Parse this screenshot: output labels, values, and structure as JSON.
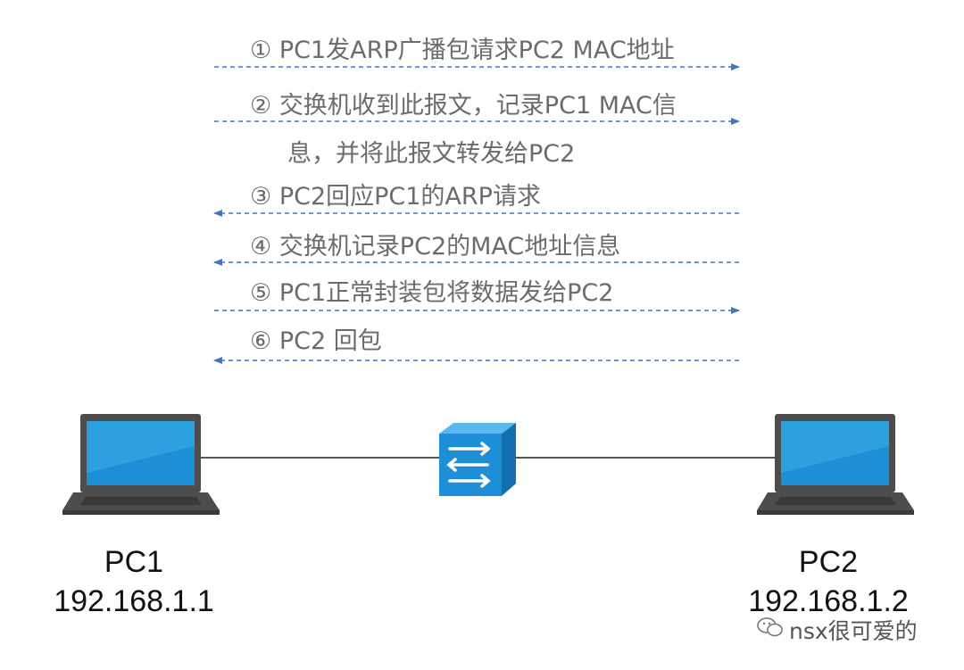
{
  "steps": [
    {
      "num": "①",
      "text": "PC1发ARP广播包请求PC2 MAC地址",
      "direction": "right"
    },
    {
      "num": "②",
      "text": "交换机收到此报文，记录PC1 MAC信",
      "continuation": "息，并将此报文转发给PC2",
      "direction": "right"
    },
    {
      "num": "③",
      "text": "PC2回应PC1的ARP请求",
      "direction": "left"
    },
    {
      "num": "④",
      "text": "交换机记录PC2的MAC地址信息",
      "direction": "left"
    },
    {
      "num": "⑤",
      "text": "PC1正常封装包将数据发给PC2",
      "direction": "right"
    },
    {
      "num": "⑥",
      "text": "PC2 回包",
      "direction": "left"
    }
  ],
  "devices": {
    "pc1": {
      "name": "PC1",
      "ip": "192.168.1.1"
    },
    "switch": {
      "icon": "switch-icon"
    },
    "pc2": {
      "name": "PC2",
      "ip": "192.168.1.2"
    }
  },
  "watermark": "nsx很可爱的",
  "colors": {
    "arrow": "#4472c4",
    "text": "#6b6b6b",
    "switch": "#1e8fd6",
    "screen": "#3bb0ea",
    "laptop": "#4d4d4d"
  }
}
